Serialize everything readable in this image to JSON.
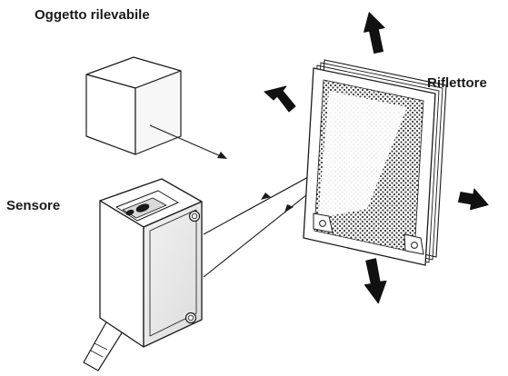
{
  "labels": {
    "object": "Oggetto rilevabile",
    "reflector": "Riflettore",
    "sensor": "Sensore"
  },
  "colors": {
    "line": "#1a1a1a",
    "fill": "#ffffff",
    "shade": "#3a3a3a",
    "arrow": "#111111"
  },
  "icons": {
    "movement_arrows": "bold-arrow-icon",
    "beam_arrows": "arrowhead-icon"
  }
}
